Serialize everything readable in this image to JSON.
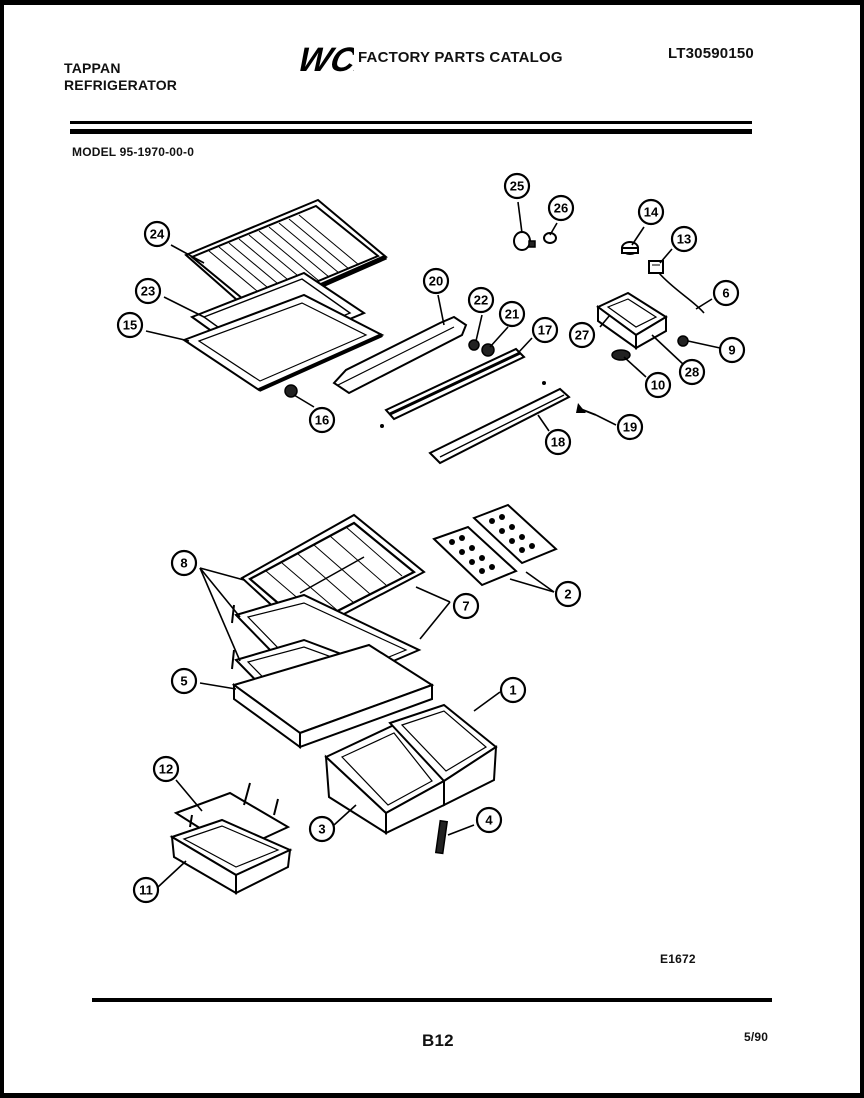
{
  "header": {
    "brand_line1": "TAPPAN",
    "brand_line2": "REFRIGERATOR",
    "logo_text": "WCI",
    "catalog_title": "FACTORY PARTS CATALOG",
    "catalog_number": "LT30590150",
    "model_label": "MODEL 95-1970-00-0"
  },
  "footer": {
    "figure_code": "E1672",
    "page_number": "B12",
    "page_date": "5/90"
  },
  "callouts": [
    "24",
    "23",
    "15",
    "16",
    "20",
    "22",
    "21",
    "17",
    "18",
    "19",
    "25",
    "26",
    "14",
    "13",
    "6",
    "27",
    "9",
    "28",
    "10",
    "8",
    "7",
    "2",
    "5",
    "1",
    "12",
    "3",
    "4",
    "11"
  ],
  "colors": {
    "ink": "#000000",
    "paper": "#ffffff",
    "border": "#000000"
  }
}
